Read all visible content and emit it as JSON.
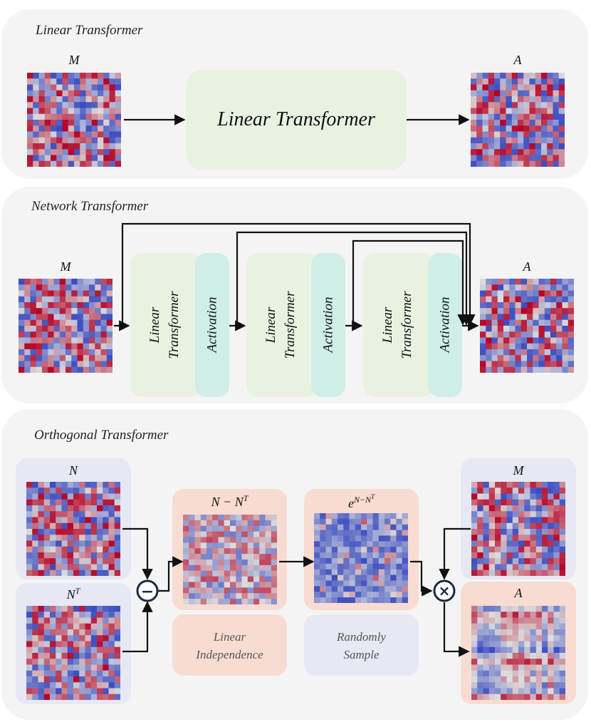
{
  "panels": {
    "linear": {
      "title": "Linear Transformer",
      "input_label": "M",
      "block_label": "Linear Transformer",
      "output_label": "A"
    },
    "network": {
      "title": "Network Transformer",
      "input_label": "M",
      "output_label": "A",
      "blocks": [
        {
          "transformer": [
            "Linear",
            "Transformer"
          ],
          "activation": "Activation"
        },
        {
          "transformer": [
            "Linear",
            "Transformer"
          ],
          "activation": "Activation"
        },
        {
          "transformer": [
            "Linear",
            "Transformer"
          ],
          "activation": "Activation"
        }
      ]
    },
    "orthogonal": {
      "title": "Orthogonal Transformer",
      "n_label": "N",
      "nt_base": "N",
      "nt_sup": "T",
      "diff_label": "N − N",
      "diff_sup": "T",
      "exp_base": "e",
      "exp_sup": "N−N",
      "exp_sup_sup": "T",
      "m_label": "M",
      "a_label": "A",
      "minus_symbol": "−",
      "times_symbol": "×",
      "caption_left": [
        "Linear",
        "Independence"
      ],
      "caption_right": [
        "Randomly",
        "Sample"
      ]
    }
  },
  "colors": {
    "panel_bg": "#f4f4f4",
    "green": "#e9f2e1",
    "teal": "#cfeee8",
    "pink": "#f8dcd2",
    "blue": "#e6e9f3"
  }
}
